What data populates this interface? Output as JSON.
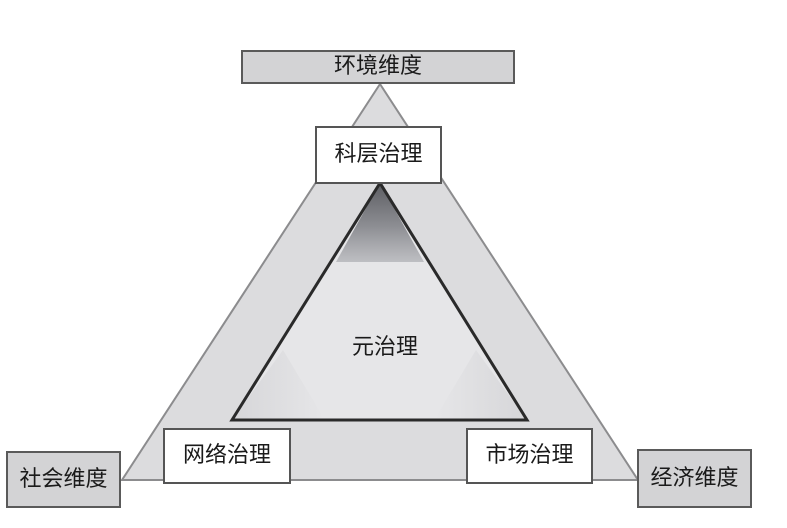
{
  "dimensions": {
    "environment": "环境维度",
    "social": "社会维度",
    "economic": "经济维度"
  },
  "modes": {
    "bureaucratic": "科层治理",
    "network": "网络治理",
    "market": "市场治理"
  },
  "center": "元治理",
  "colors": {
    "outer_fill": "#dcdcde",
    "outer_stroke": "#8c8c8e",
    "inner_fill": "#e6e6e8",
    "inner_stroke": "#2a2a2a",
    "box_gray": "#d3d3d5"
  }
}
